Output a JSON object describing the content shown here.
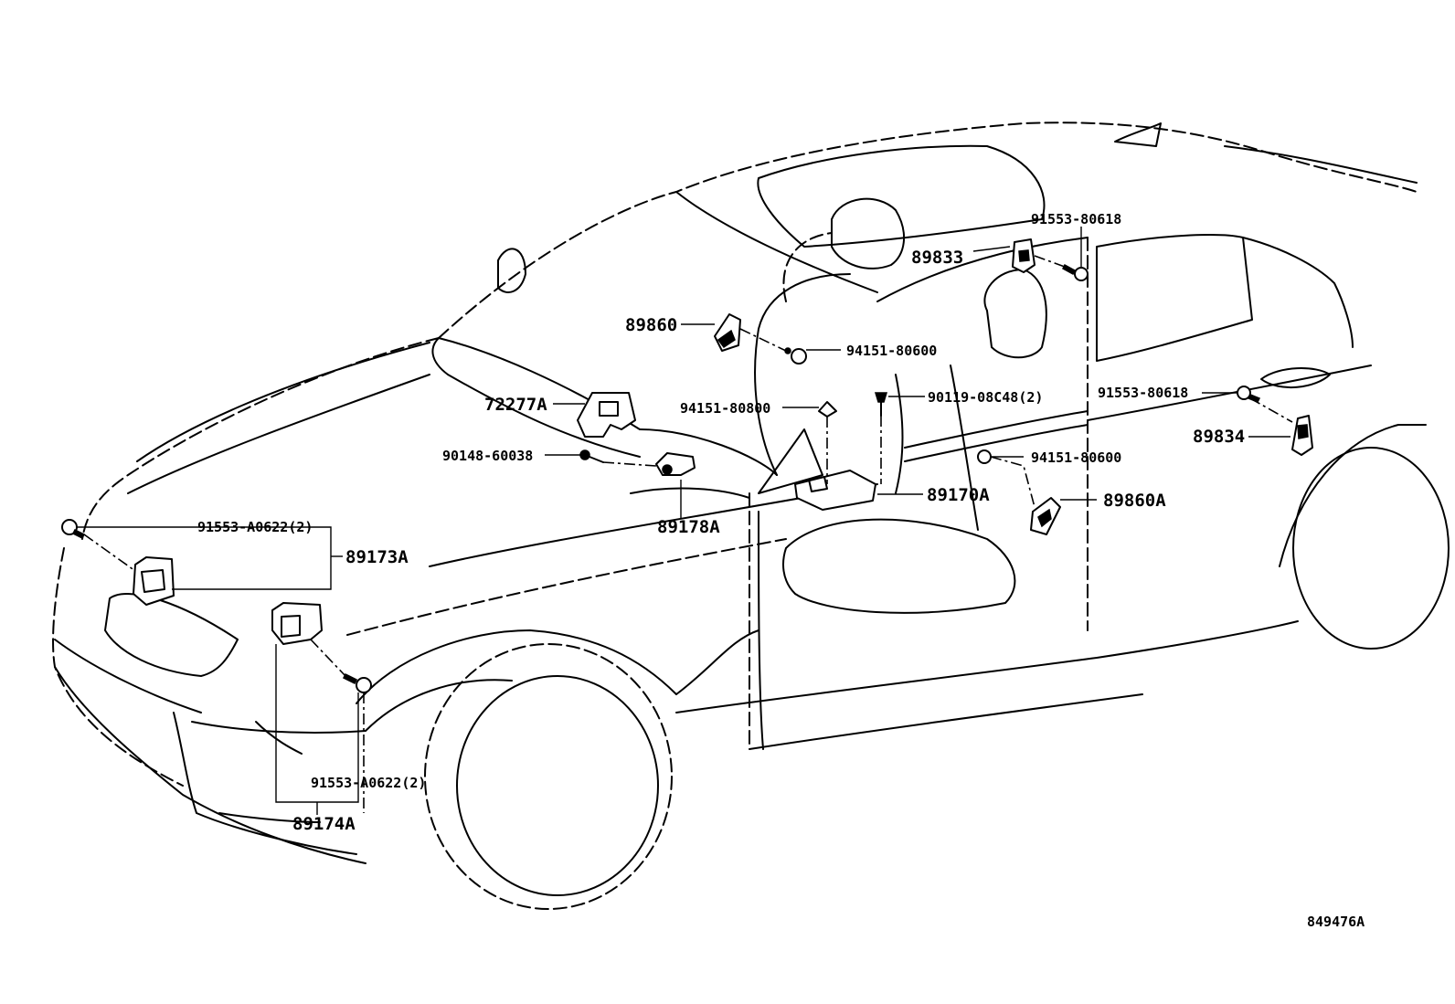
{
  "diagram": {
    "figure_id": "849476A",
    "labels": {
      "p89833": "89833",
      "p91553_80618_top": "91553-80618",
      "p89860": "89860",
      "p94151_80600_a": "94151-80600",
      "p72277A": "72277A",
      "p94151_80800": "94151-80800",
      "p90119_08C48": "90119-08C48(2)",
      "p91553_80618_right": "91553-80618",
      "p89834": "89834",
      "p90148_60038": "90148-60038",
      "p94151_80600_b": "94151-80600",
      "p89170A": "89170A",
      "p89860A": "89860A",
      "p89178A": "89178A",
      "p91553_A0622_a": "91553-A0622(2)",
      "p89173A": "89173A",
      "p91553_A0622_b": "91553-A0622(2)",
      "p89174A": "89174A"
    }
  }
}
